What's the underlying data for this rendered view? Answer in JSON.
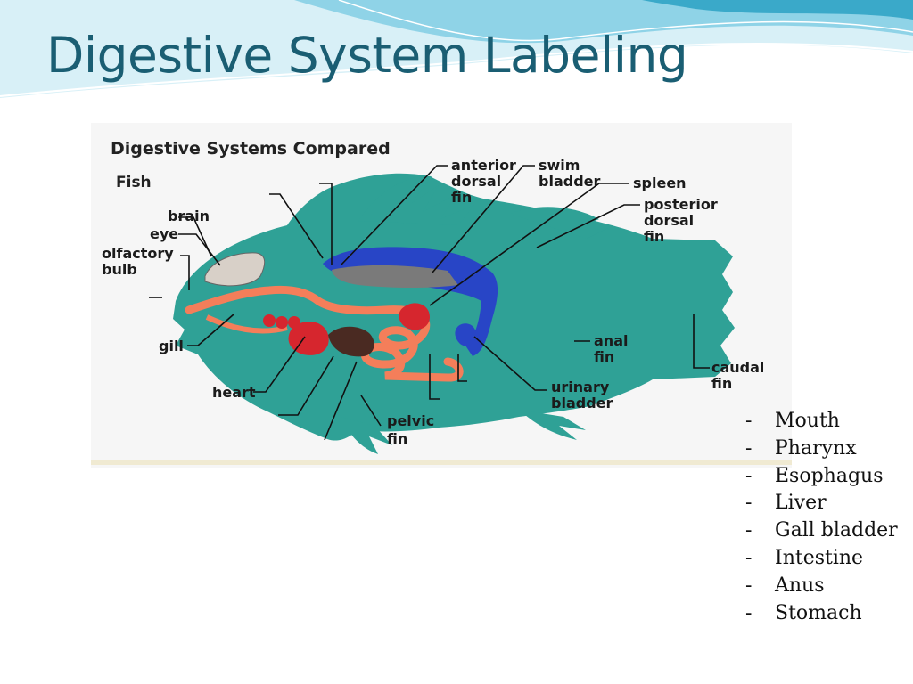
{
  "slide": {
    "title": "Digestive System Labeling",
    "colors": {
      "title": "#1a5e73",
      "wave_light": "#bfe6f2",
      "wave_mid": "#7fcde4",
      "wave_dark": "#3aa9c9"
    }
  },
  "diagram": {
    "title": "Digestive Systems Compared",
    "subtitle": "Fish",
    "colors": {
      "body": "#2fa196",
      "intestine": "#f47e5a",
      "organ_red": "#d6262e",
      "swim_bladder": "#2845c6",
      "kidney_gray": "#7a7a7a",
      "stomach_brown": "#4a2a22"
    },
    "labels": {
      "brain": "brain",
      "eye": "eye",
      "olfactory_line1": "olfactory",
      "olfactory_line2": "bulb",
      "gill": "gill",
      "heart": "heart",
      "pelvic_line1": "pelvic",
      "pelvic_line2": "fin",
      "anterior_line1": "anterior",
      "anterior_line2": "dorsal",
      "anterior_line3": "fin",
      "swim_line1": "swim",
      "swim_line2": "bladder",
      "spleen": "spleen",
      "posterior_line1": "posterior",
      "posterior_line2": "dorsal",
      "posterior_line3": "fin",
      "anal_line1": "anal",
      "anal_line2": "fin",
      "caudal_line1": "caudal",
      "caudal_line2": "fin",
      "urinary_line1": "urinary",
      "urinary_line2": "bladder"
    }
  },
  "word_bank": {
    "bullet": "-",
    "items": [
      "Mouth",
      "Pharynx",
      "Esophagus",
      "Liver",
      "Gall bladder",
      "Intestine",
      "Anus",
      "Stomach"
    ]
  }
}
